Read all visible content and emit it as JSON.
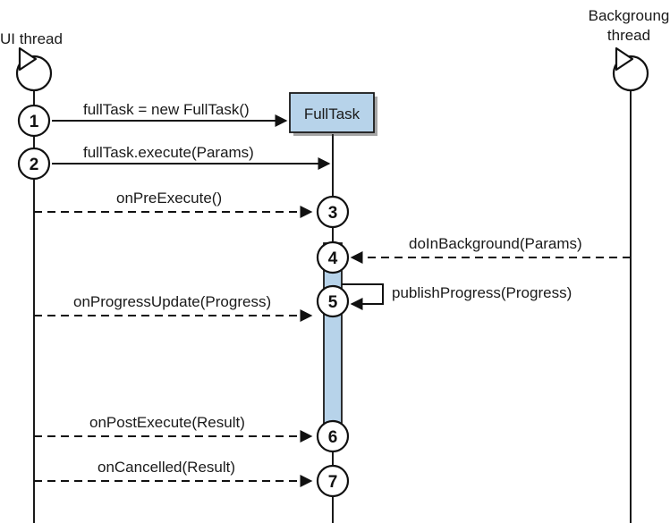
{
  "threads": {
    "ui": {
      "label": "UI thread"
    },
    "background": {
      "line1": "Backgroung",
      "line2": "thread"
    },
    "task": {
      "label": "FullTask"
    }
  },
  "colors": {
    "box_fill": "#b7d3ea",
    "activation_fill": "#b7d3ea",
    "ink": "#111111"
  },
  "messages": [
    {
      "step": "1",
      "label": "fullTask = new FullTask()",
      "style": "solid",
      "direction": "ui-to-task"
    },
    {
      "step": "2",
      "label": "fullTask.execute(Params)",
      "style": "solid",
      "direction": "ui-to-task"
    },
    {
      "step": "3",
      "label": "onPreExecute()",
      "style": "dashed",
      "direction": "ui-to-task"
    },
    {
      "step": "4",
      "label": "doInBackground(Params)",
      "style": "dashed",
      "direction": "background-to-task"
    },
    {
      "step": "5",
      "label": "publishProgress(Progress)",
      "style": "solid",
      "direction": "self"
    },
    {
      "step": "5",
      "label": "onProgressUpdate(Progress)",
      "style": "dashed",
      "direction": "ui-to-task"
    },
    {
      "step": "6",
      "label": "onPostExecute(Result)",
      "style": "dashed",
      "direction": "ui-to-task"
    },
    {
      "step": "7",
      "label": "onCancelled(Result)",
      "style": "dashed",
      "direction": "ui-to-task"
    }
  ]
}
